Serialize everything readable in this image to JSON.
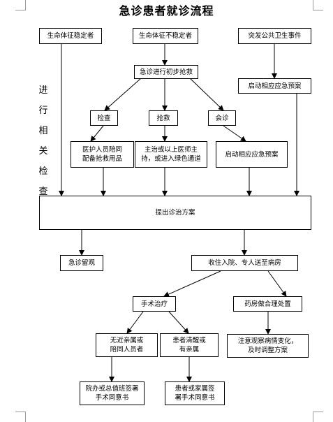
{
  "title": "急诊患者就诊流程",
  "side_label": "进\n行\n相\n关\n检\n查",
  "boxes": {
    "stable": "生命体征稳定者",
    "unstable": "生命体征不稳定者",
    "public_health": "突发公共卫生事件",
    "initial_rescue": "急诊进行初步抢救",
    "emergency_plan_top": "启动相应应急预案",
    "exam": "检查",
    "rescue": "抢救",
    "consult": "会诊",
    "staff_escort": "医护人员陪同\n配备抢救用品",
    "green_channel": "主治或以上医师主\n持，或进入绿色通道",
    "emergency_plan_mid": "启动相应应急预案",
    "treatment_plan": "提出诊治方案",
    "observation": "急诊留观",
    "admission": "收住入院、专人送至病房",
    "surgery": "手术治疗",
    "medication": "药房做合理处置",
    "no_family": "无近亲属或\n陪同人员者",
    "conscious_family": "患者清醒或\n有亲属",
    "monitor": "注意观察病情变化，\n及时调整方案",
    "sign_by_duty": "院办或总值班签署\n手术同意书",
    "sign_by_family": "患者或家属签\n署手术同意书"
  }
}
